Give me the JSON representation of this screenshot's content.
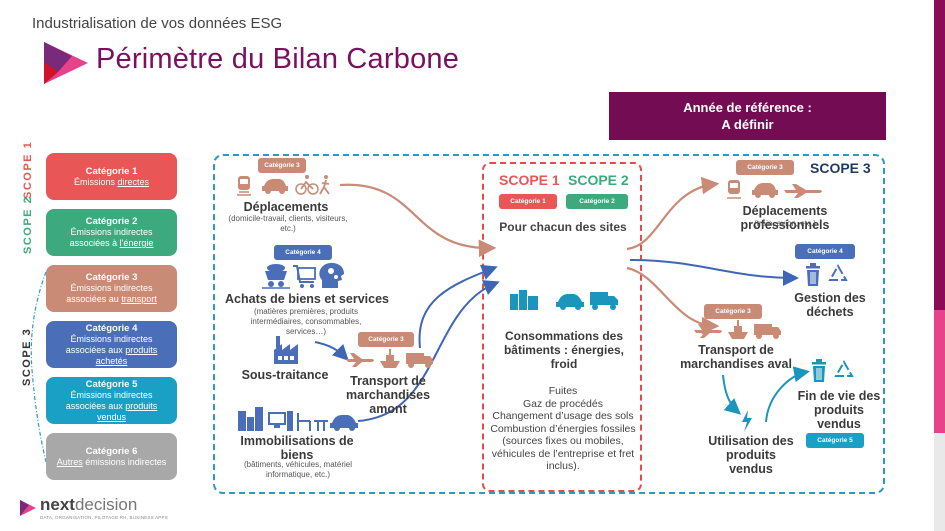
{
  "header": {
    "subtitle": "Industrialisation de vos données ESG",
    "title": "Périmètre du Bilan Carbone"
  },
  "reference_box": {
    "line1": "Année de référence :",
    "line2": "A définir"
  },
  "colors": {
    "brand_dark": "#730c52",
    "brand_magenta": "#8c0b58",
    "brand_pink": "#e8428a",
    "scope1": "#e85656",
    "scope2": "#3daa7e",
    "cat3": "#c98a76",
    "cat4": "#4a6fb8",
    "cat5": "#1aa0c4",
    "cat6": "#a8a8a8"
  },
  "legend": {
    "scope_labels": [
      "SCOPE 1",
      "SCOPE 2",
      "SCOPE 3"
    ],
    "categories": [
      {
        "title": "Catégorie 1",
        "line1": "Émissions ",
        "u": "directes",
        "line2": ""
      },
      {
        "title": "Catégorie 2",
        "line1": "Émissions indirectes",
        "pre": "associées à ",
        "u": "l'énergie"
      },
      {
        "title": "Catégorie 3",
        "line1": "Émissions indirectes",
        "pre": "associées au ",
        "u": "transport"
      },
      {
        "title": "Catégorie 4",
        "line1": "Émissions indirectes",
        "pre": "associées aux ",
        "u": "produits achetés"
      },
      {
        "title": "Catégorie 5",
        "line1": "Émissions indirectes",
        "pre": "associées aux ",
        "u": "produits vendus"
      },
      {
        "title": "Catégorie 6",
        "u": "Autres",
        "post": " émissions indirectes"
      }
    ]
  },
  "upstream": {
    "deplacements": {
      "badge": "Catégorie 3",
      "title": "Déplacements",
      "desc": "(domicile-travail, clients, visiteurs, etc.)"
    },
    "achats": {
      "badge": "Catégorie 4",
      "title": "Achats de biens et services",
      "desc": "(matières premières, produits intermédiaires, consommables, services…)"
    },
    "sous_traitance": {
      "title": "Sous-traitance"
    },
    "transport_amont": {
      "badge": "Catégorie 3",
      "title": "Transport de marchandises amont"
    },
    "immobilisations": {
      "title": "Immobilisations de biens",
      "desc": "(bâtiments, véhicules, matériel informatique, etc.)"
    }
  },
  "center": {
    "scope1": "SCOPE 1",
    "scope2": "SCOPE 2",
    "badge1": "Catégorie 1",
    "badge2": "Catégorie 2",
    "sites": "Pour chacun des sites",
    "conso": "Consommations des bâtiments : énergies, froid",
    "details": [
      "Fuites",
      "Gaz de procédés",
      "Changement d’usage des sols",
      "Combustion d’énergies fossiles (sources fixes ou mobiles, véhicules de l’entreprise et fret inclus)."
    ]
  },
  "downstream": {
    "scope3": "SCOPE 3",
    "deplacements_pro": {
      "badge": "Catégorie 3",
      "title": "Déplacements professionnels",
      "desc": "(train, avion, etc.)"
    },
    "dechets": {
      "badge": "Catégorie 4",
      "title": "Gestion des déchets"
    },
    "transport_aval": {
      "badge": "Catégorie 3",
      "title": "Transport de marchandises aval"
    },
    "utilisation": {
      "title": "Utilisation des produits vendus"
    },
    "fin_de_vie": {
      "badge": "Catégorie 5",
      "title": "Fin de vie des produits vendus"
    }
  },
  "footer": {
    "brand_bold": "next",
    "brand_light": "decision",
    "tagline": "DATA, ORGANISATION, PILOTAGE RH, BUSINESS APPS"
  }
}
